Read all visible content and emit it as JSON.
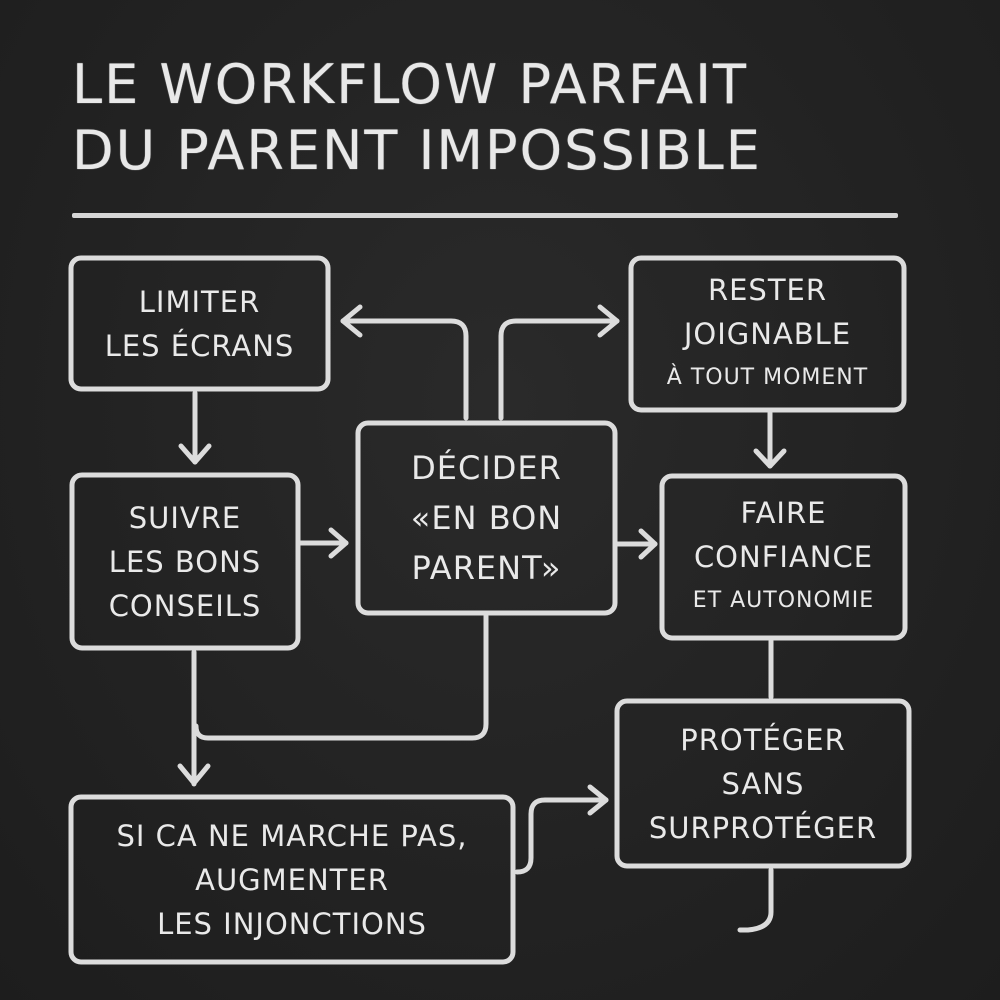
{
  "title": {
    "line1": "LE WORKFLOW PARFAIT",
    "line2": "DU PARENT IMPOSSIBLE"
  },
  "colors": {
    "background": "#232323",
    "chalk": "#e2e2e2"
  },
  "nodes": {
    "limiter": {
      "lines": [
        "LIMITER",
        "LES ÉCRANS"
      ]
    },
    "rester": {
      "lines": [
        "RESTER",
        "JOIGNABLE",
        "À TOUT MOMENT"
      ]
    },
    "suivre": {
      "lines": [
        "SUIVRE",
        "LES BONS",
        "CONSEILS"
      ]
    },
    "decider": {
      "lines": [
        "DÉCIDER",
        "«EN BON",
        "PARENT»"
      ]
    },
    "faire": {
      "lines": [
        "FAIRE",
        "CONFIANCE",
        "ET AUTONOMIE"
      ]
    },
    "proteger": {
      "lines": [
        "PROTÉGER",
        "SANS",
        "SURPROTÉGER"
      ]
    },
    "augmenter": {
      "lines": [
        "SI CA NE MARCHE PAS,",
        "AUGMENTER",
        "LES INJONCTIONS"
      ]
    }
  },
  "edges": [
    {
      "from": "decider",
      "to": "limiter"
    },
    {
      "from": "decider",
      "to": "rester"
    },
    {
      "from": "limiter",
      "to": "suivre"
    },
    {
      "from": "suivre",
      "to": "decider"
    },
    {
      "from": "rester",
      "to": "faire"
    },
    {
      "from": "decider",
      "to": "faire"
    },
    {
      "from": "faire",
      "to": "proteger"
    },
    {
      "from": "suivre",
      "to": "augmenter"
    },
    {
      "from": "decider",
      "to": "augmenter"
    },
    {
      "from": "augmenter",
      "to": "proteger"
    }
  ]
}
